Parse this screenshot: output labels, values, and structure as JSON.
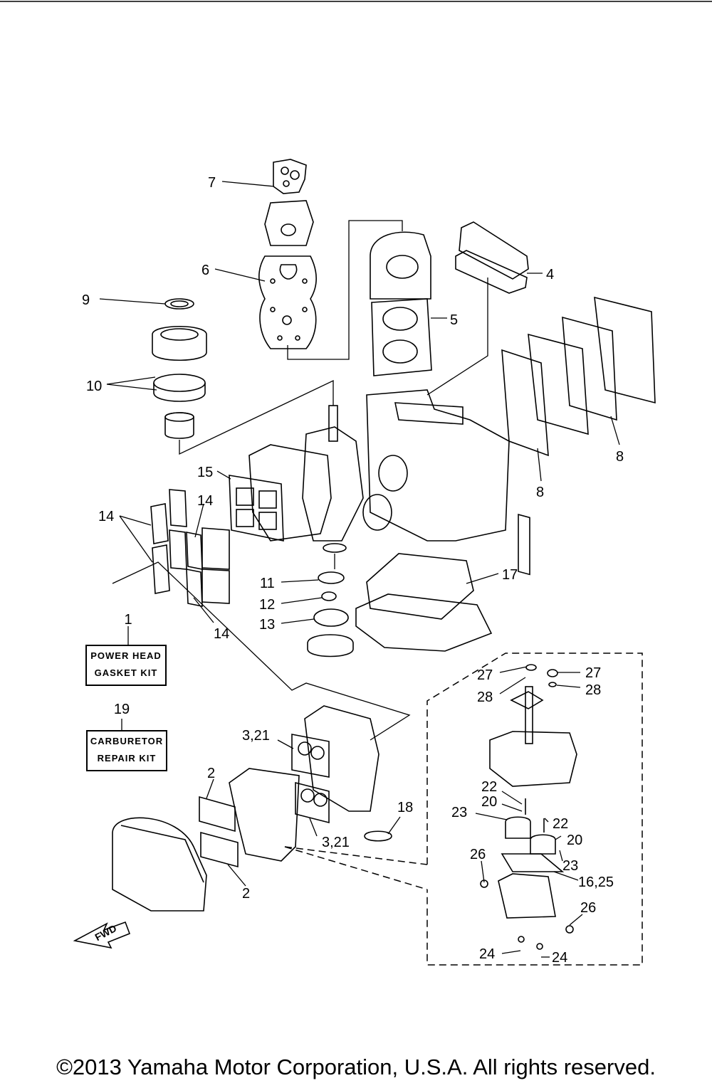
{
  "callouts": [
    {
      "id": "c7",
      "text": "7"
    },
    {
      "id": "c6",
      "text": "6"
    },
    {
      "id": "c9",
      "text": "9"
    },
    {
      "id": "c10",
      "text": "10"
    },
    {
      "id": "c4",
      "text": "4"
    },
    {
      "id": "c5",
      "text": "5"
    },
    {
      "id": "c8a",
      "text": "8"
    },
    {
      "id": "c8b",
      "text": "8"
    },
    {
      "id": "c15",
      "text": "15"
    },
    {
      "id": "c14a",
      "text": "14"
    },
    {
      "id": "c14b",
      "text": "14"
    },
    {
      "id": "c14c",
      "text": "14"
    },
    {
      "id": "c11",
      "text": "11"
    },
    {
      "id": "c12",
      "text": "12"
    },
    {
      "id": "c13",
      "text": "13"
    },
    {
      "id": "c17",
      "text": "17"
    },
    {
      "id": "c27a",
      "text": "27"
    },
    {
      "id": "c27b",
      "text": "27"
    },
    {
      "id": "c28a",
      "text": "28"
    },
    {
      "id": "c28b",
      "text": "28"
    },
    {
      "id": "c321a",
      "text": "3,21"
    },
    {
      "id": "c321b",
      "text": "3,21"
    },
    {
      "id": "c2a",
      "text": "2"
    },
    {
      "id": "c2b",
      "text": "2"
    },
    {
      "id": "c18",
      "text": "18"
    },
    {
      "id": "c22a",
      "text": "22"
    },
    {
      "id": "c22b",
      "text": "22"
    },
    {
      "id": "c20a",
      "text": "20"
    },
    {
      "id": "c20b",
      "text": "20"
    },
    {
      "id": "c23a",
      "text": "23"
    },
    {
      "id": "c23b",
      "text": "23"
    },
    {
      "id": "c26a",
      "text": "26"
    },
    {
      "id": "c26b",
      "text": "26"
    },
    {
      "id": "c1625",
      "text": "16,25"
    },
    {
      "id": "c24a",
      "text": "24"
    },
    {
      "id": "c24b",
      "text": "24"
    }
  ],
  "kits": {
    "power_head": {
      "number": "1",
      "line1": "POWER HEAD",
      "line2": "GASKET KIT"
    },
    "carburetor": {
      "number": "19",
      "line1": "CARBURETOR",
      "line2": "REPAIR KIT"
    }
  },
  "fwd_label": "FWD",
  "copyright": "©2013 Yamaha Motor Corporation, U.S.A. All rights reserved."
}
